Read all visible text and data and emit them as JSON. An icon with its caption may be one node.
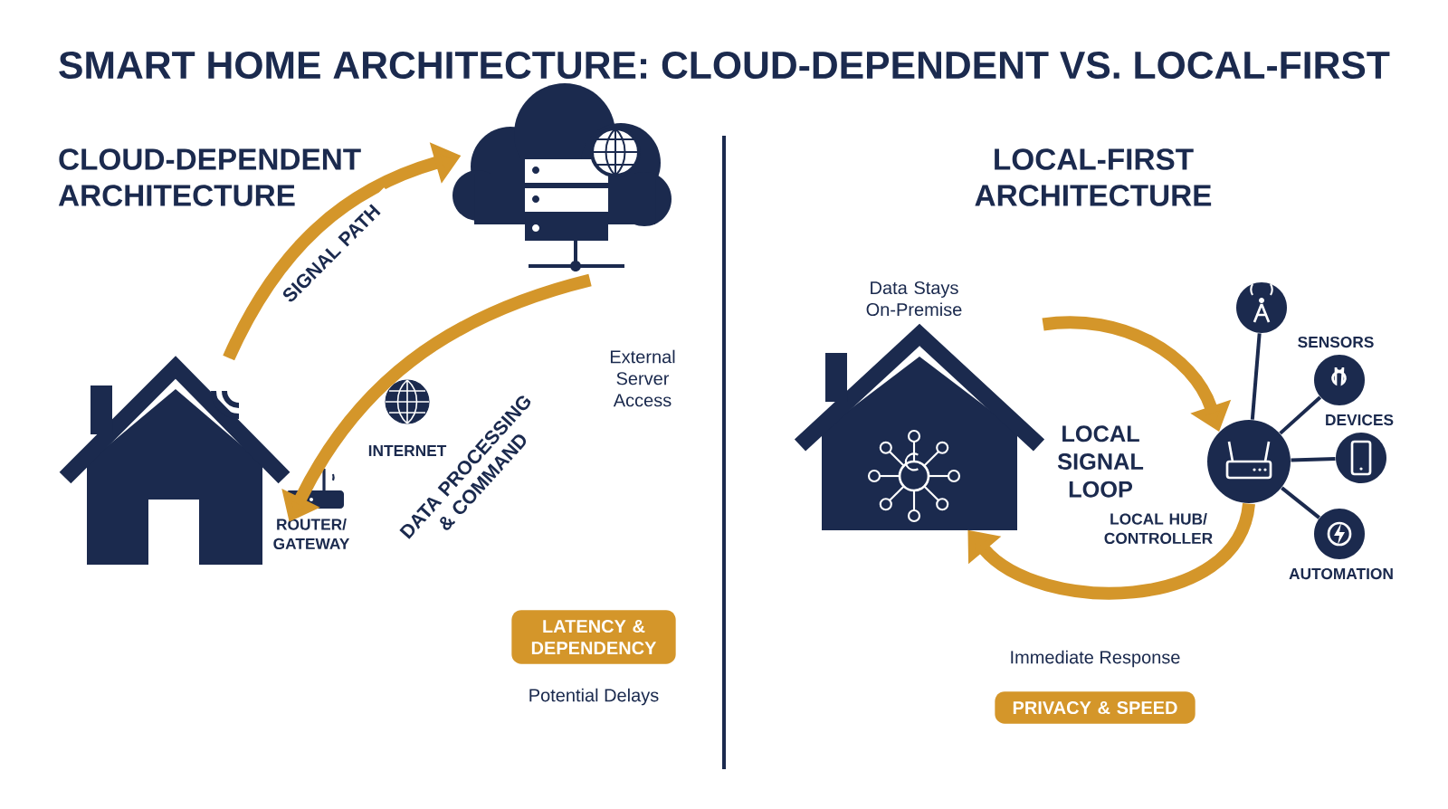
{
  "diagram": {
    "title": "SMART HOME ARCHITECTURE: CLOUD-DEPENDENT VS. LOCAL-FIRST",
    "nodes": [
      {
        "text": [],
        "shape": "house"
      },
      {
        "text": [],
        "shape": "cloud"
      },
      {
        "text": [
          "LATENCY & DEPENDENCY"
        ],
        "beside": [
          "Potential Delays"
        ]
      },
      {
        "text": [],
        "shape": "house",
        "beside": [
          "Data Stays On-Premise"
        ]
      },
      {
        "text": [],
        "shape": "circle",
        "beside": [
          "LOCAL HUB/ CONTROLLER"
        ]
      },
      {
        "text": [],
        "shape": "circle"
      },
      {
        "text": [],
        "shape": "circle"
      },
      {
        "text": [],
        "shape": "circle"
      },
      {
        "text": [],
        "shape": "circle",
        "beside": [
          "AUTOMATION"
        ]
      },
      {
        "text": [
          "PRIVACY & SPEED"
        ],
        "beside": [
          "Immediate Response"
        ]
      }
    ],
    "edges": [
      {
        "from": 0,
        "to": 1,
        "arrow": "to",
        "label": "SIGNAL PATH",
        "style": "thick",
        "color": "#d4962a"
      },
      {
        "from": 1,
        "to": 0,
        "arrow": "to",
        "label": "DATA PROCESSING & COMMAND",
        "style": "thick",
        "color": "#d4962a"
      },
      {
        "from": 3,
        "to": 4,
        "arrow": "to",
        "style": "thick",
        "color": "#d4962a"
      },
      {
        "from": 4,
        "to": 3,
        "arrow": "to",
        "style": "thick",
        "color": "#d4962a"
      },
      {
        "from": 4,
        "to": 5,
        "arrow": "none",
        "color": "#1b2a4e"
      },
      {
        "from": 4,
        "to": 6,
        "arrow": "none",
        "color": "#1b2a4e"
      },
      {
        "from": 4,
        "to": 7,
        "arrow": "none",
        "color": "#1b2a4e"
      },
      {
        "from": 4,
        "to": 8,
        "arrow": "none",
        "color": "#1b2a4e"
      }
    ],
    "labels": [
      "CLOUD-DEPENDENT ARCHITECTURE",
      "LOCAL-FIRST ARCHITECTURE",
      "External Server Access",
      "INTERNET",
      "ROUTER/ GATEWAY",
      "LOCAL SIGNAL LOOP",
      "SENSORS",
      "DEVICES"
    ]
  }
}
